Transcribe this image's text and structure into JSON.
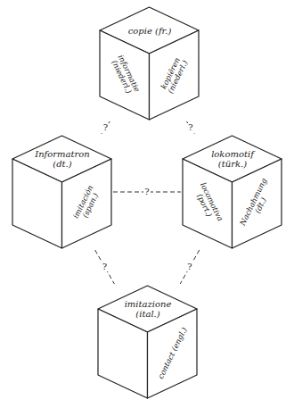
{
  "diagram": {
    "nodes": [
      {
        "text": [
          "copie (fr.)",
          "informatie (niederl.)",
          "kopiëren (niederl.)"
        ]
      },
      {
        "text": [
          "Informatron (dt.)",
          "imitación (span.)"
        ]
      },
      {
        "text": [
          "lokomotif (türk.)",
          "locomotiva (port.)",
          "Nachahmung (dt.)"
        ]
      },
      {
        "text": [
          "imitazione (ital.)",
          "contact (engl.)"
        ]
      }
    ],
    "edges": [
      {
        "from": 0,
        "to": 1,
        "label": "?",
        "arrow": "none"
      },
      {
        "from": 0,
        "to": 2,
        "label": "?",
        "arrow": "none"
      },
      {
        "from": 1,
        "to": 2,
        "label": "?",
        "arrow": "none"
      },
      {
        "from": 1,
        "to": 3,
        "label": "?",
        "arrow": "none"
      },
      {
        "from": 2,
        "to": 3,
        "label": "?",
        "arrow": "none"
      }
    ]
  }
}
